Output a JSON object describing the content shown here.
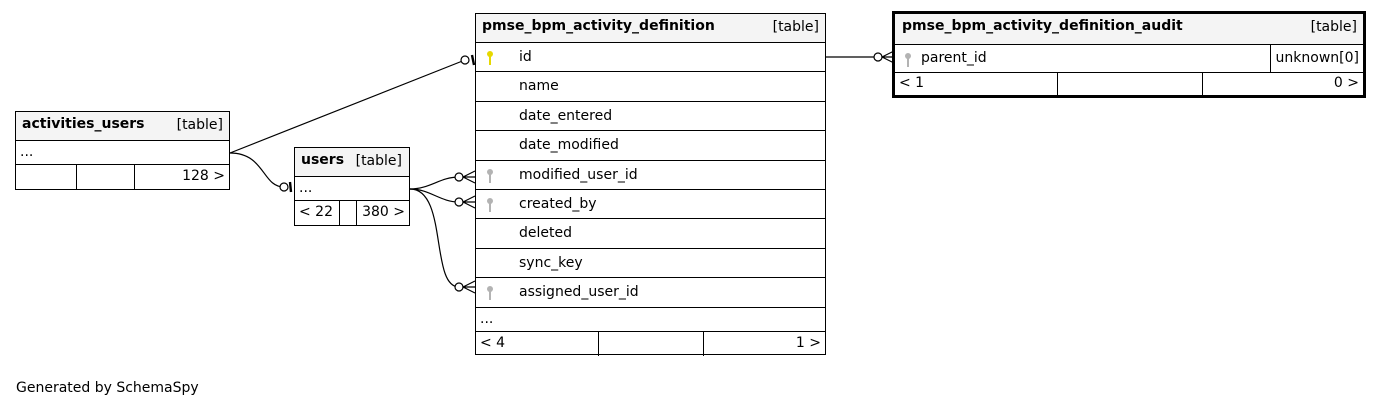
{
  "tables": {
    "main": {
      "name": "pmse_bpm_activity_definition",
      "type": "[table]",
      "columns": [
        {
          "name": "id",
          "key": "primary"
        },
        {
          "name": "name",
          "key": "none"
        },
        {
          "name": "date_entered",
          "key": "none"
        },
        {
          "name": "date_modified",
          "key": "none"
        },
        {
          "name": "modified_user_id",
          "key": "foreign"
        },
        {
          "name": "created_by",
          "key": "foreign"
        },
        {
          "name": "deleted",
          "key": "none"
        },
        {
          "name": "sync_key",
          "key": "none"
        },
        {
          "name": "assigned_user_id",
          "key": "foreign"
        }
      ],
      "more": "...",
      "footer": {
        "left": "< 4",
        "right": "1 >"
      }
    },
    "audit": {
      "name": "pmse_bpm_activity_definition_audit",
      "type": "[table]",
      "columns": [
        {
          "name": "parent_id",
          "key": "foreign",
          "type_label": "unknown[0]"
        }
      ],
      "footer": {
        "left": "< 1",
        "right": "0 >"
      }
    },
    "activities_users": {
      "name": "activities_users",
      "type": "[table]",
      "more": "...",
      "footer": {
        "left": "",
        "right": "128 >"
      }
    },
    "users": {
      "name": "users",
      "type": "[table]",
      "more": "...",
      "footer": {
        "left": "< 22",
        "right": "380 >"
      }
    }
  },
  "relationships": [
    {
      "from": "activities_users",
      "to": "pmse_bpm_activity_definition.id"
    },
    {
      "from": "activities_users",
      "to": "users"
    },
    {
      "from": "users",
      "to": "pmse_bpm_activity_definition.modified_user_id"
    },
    {
      "from": "users",
      "to": "pmse_bpm_activity_definition.created_by"
    },
    {
      "from": "users",
      "to": "pmse_bpm_activity_definition.assigned_user_id"
    },
    {
      "from": "pmse_bpm_activity_definition.id",
      "to": "pmse_bpm_activity_definition_audit.parent_id"
    }
  ],
  "colors": {
    "primary_key": "#e6d800",
    "foreign_key": "#b3b3b3",
    "header_bg": "#f4f4f4"
  },
  "generated_by": "Generated by SchemaSpy"
}
